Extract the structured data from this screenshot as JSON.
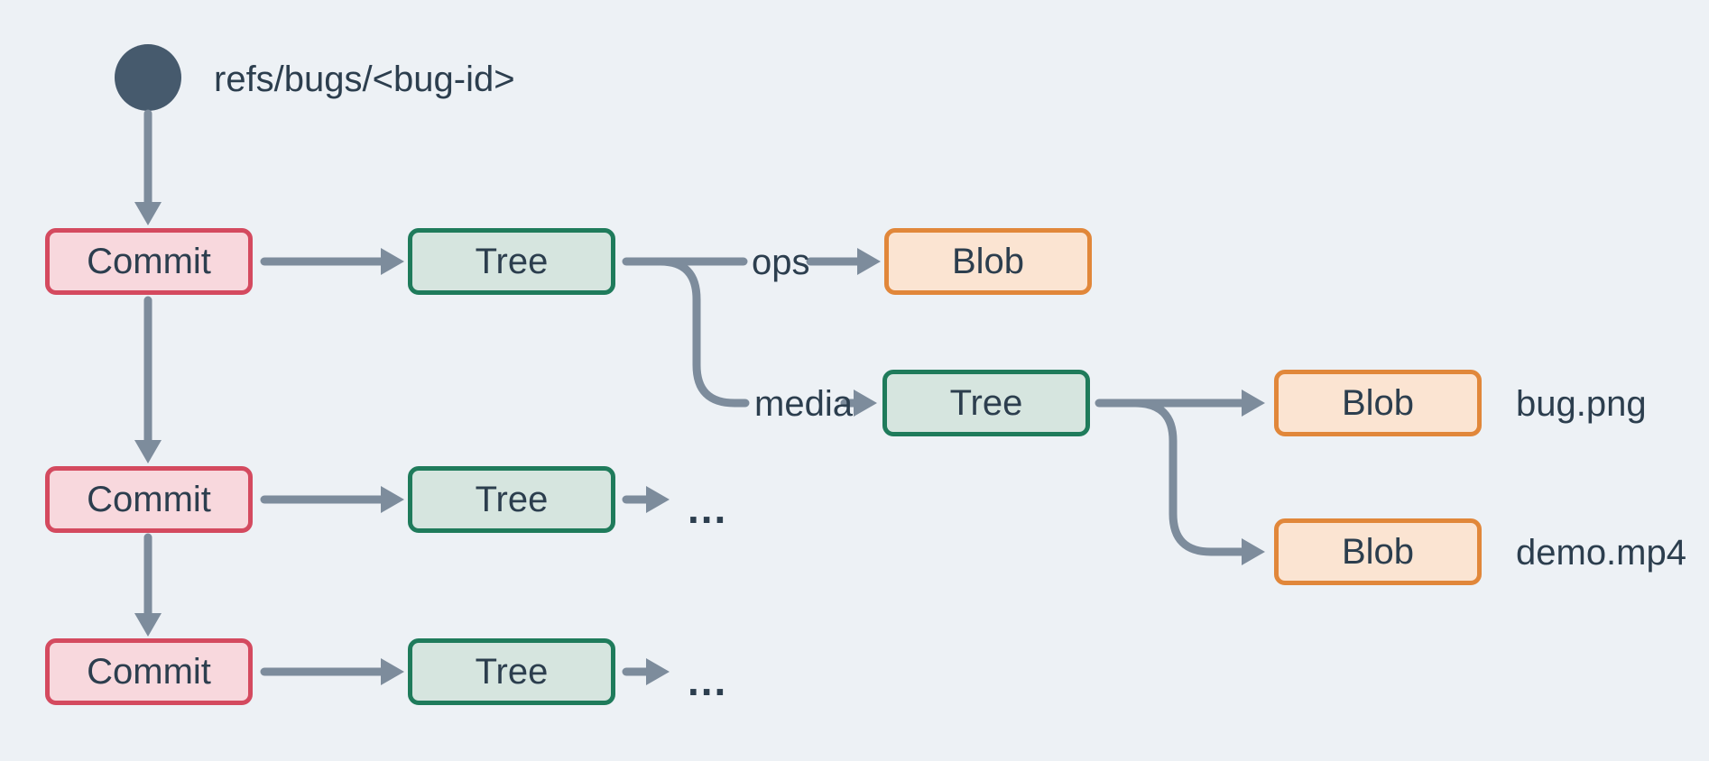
{
  "colors": {
    "background": "#edf1f5",
    "arrow": "#7d8c9c",
    "text": "#2c3e4e",
    "ref_circle": "#465a6d",
    "commit_fill": "#f8d8dd",
    "commit_border": "#d44a5f",
    "tree_fill": "#d6e5df",
    "tree_border": "#1f7b5b",
    "blob_fill": "#fbe4d2",
    "blob_border": "#e1873a"
  },
  "ref": {
    "label": "refs/bugs/<bug-id>"
  },
  "nodes": [
    {
      "id": "commit-1",
      "type": "commit",
      "label": "Commit"
    },
    {
      "id": "tree-1",
      "type": "tree",
      "label": "Tree"
    },
    {
      "id": "blob-ops",
      "type": "blob",
      "label": "Blob"
    },
    {
      "id": "tree-media",
      "type": "tree",
      "label": "Tree"
    },
    {
      "id": "blob-bug-png",
      "type": "blob",
      "label": "Blob"
    },
    {
      "id": "blob-demo-mp4",
      "type": "blob",
      "label": "Blob"
    },
    {
      "id": "commit-2",
      "type": "commit",
      "label": "Commit"
    },
    {
      "id": "tree-2",
      "type": "tree",
      "label": "Tree"
    },
    {
      "id": "commit-3",
      "type": "commit",
      "label": "Commit"
    },
    {
      "id": "tree-3",
      "type": "tree",
      "label": "Tree"
    }
  ],
  "edge_labels": {
    "ops": "ops",
    "media": "media"
  },
  "file_labels": {
    "bug_png": "bug.png",
    "demo_mp4": "demo.mp4"
  },
  "ellipsis": "..."
}
